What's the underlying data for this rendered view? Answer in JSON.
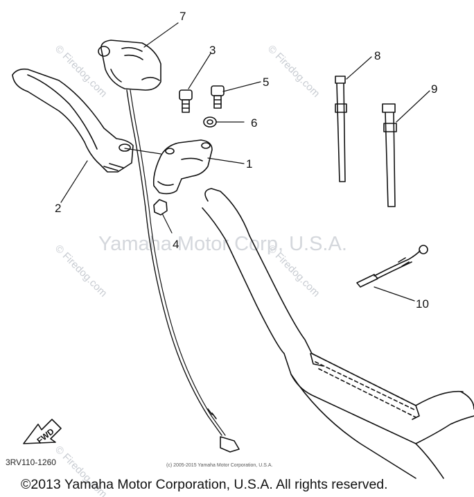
{
  "callouts": [
    "1",
    "2",
    "3",
    "4",
    "5",
    "6",
    "7",
    "8",
    "9",
    "10"
  ],
  "watermark": {
    "site": "© Firedog.com",
    "main": "Yamaha Motor Corp, U.S.A."
  },
  "diagram_code": "3RV110-1260",
  "direction_label": "FWD",
  "small_copyright": "(c) 2005-2015 Yamaha Motor Corporation, U.S.A.",
  "copyright": "©2013 Yamaha Motor Corporation, U.S.A. All rights reserved."
}
